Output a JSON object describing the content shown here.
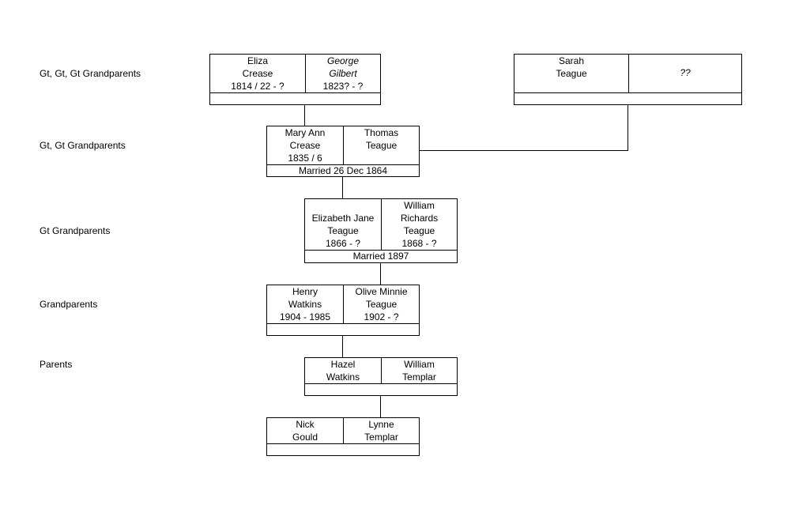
{
  "generation_labels": [
    "Gt, Gt, Gt Grandparents",
    "Gt, Gt Grandparents",
    "Gt Grandparents",
    "Grandparents",
    "Parents"
  ],
  "couples": [
    {
      "left": {
        "lines": [
          "Eliza",
          "Crease",
          "1814 / 22 - ?"
        ]
      },
      "right": {
        "lines": [
          "George",
          "Gilbert",
          "1823? - ?"
        ],
        "italic": true
      },
      "marriage": ""
    },
    {
      "left": {
        "lines": [
          "Sarah",
          "Teague"
        ]
      },
      "right": {
        "lines": [
          "??"
        ],
        "italic": true
      },
      "marriage": ""
    },
    {
      "left": {
        "lines": [
          "Mary Ann",
          "Crease",
          "1835 / 6"
        ]
      },
      "right": {
        "lines": [
          "Thomas",
          "Teague"
        ]
      },
      "marriage": "Married 26 Dec 1864"
    },
    {
      "left": {
        "lines": [
          "Elizabeth Jane",
          "Teague",
          "1866 - ?"
        ]
      },
      "right": {
        "lines": [
          "William",
          "Richards",
          "Teague",
          "1868 - ?"
        ]
      },
      "marriage": "Married 1897"
    },
    {
      "left": {
        "lines": [
          "Henry",
          "Watkins",
          "1904 - 1985"
        ]
      },
      "right": {
        "lines": [
          "Olive Minnie",
          "Teague",
          "1902 - ?"
        ]
      },
      "marriage": ""
    },
    {
      "left": {
        "lines": [
          "Hazel",
          "Watkins"
        ]
      },
      "right": {
        "lines": [
          "William",
          "Templar"
        ]
      },
      "marriage": ""
    },
    {
      "left": {
        "lines": [
          "Nick",
          "Gould"
        ]
      },
      "right": {
        "lines": [
          "Lynne",
          "Templar"
        ]
      },
      "marriage": ""
    }
  ]
}
